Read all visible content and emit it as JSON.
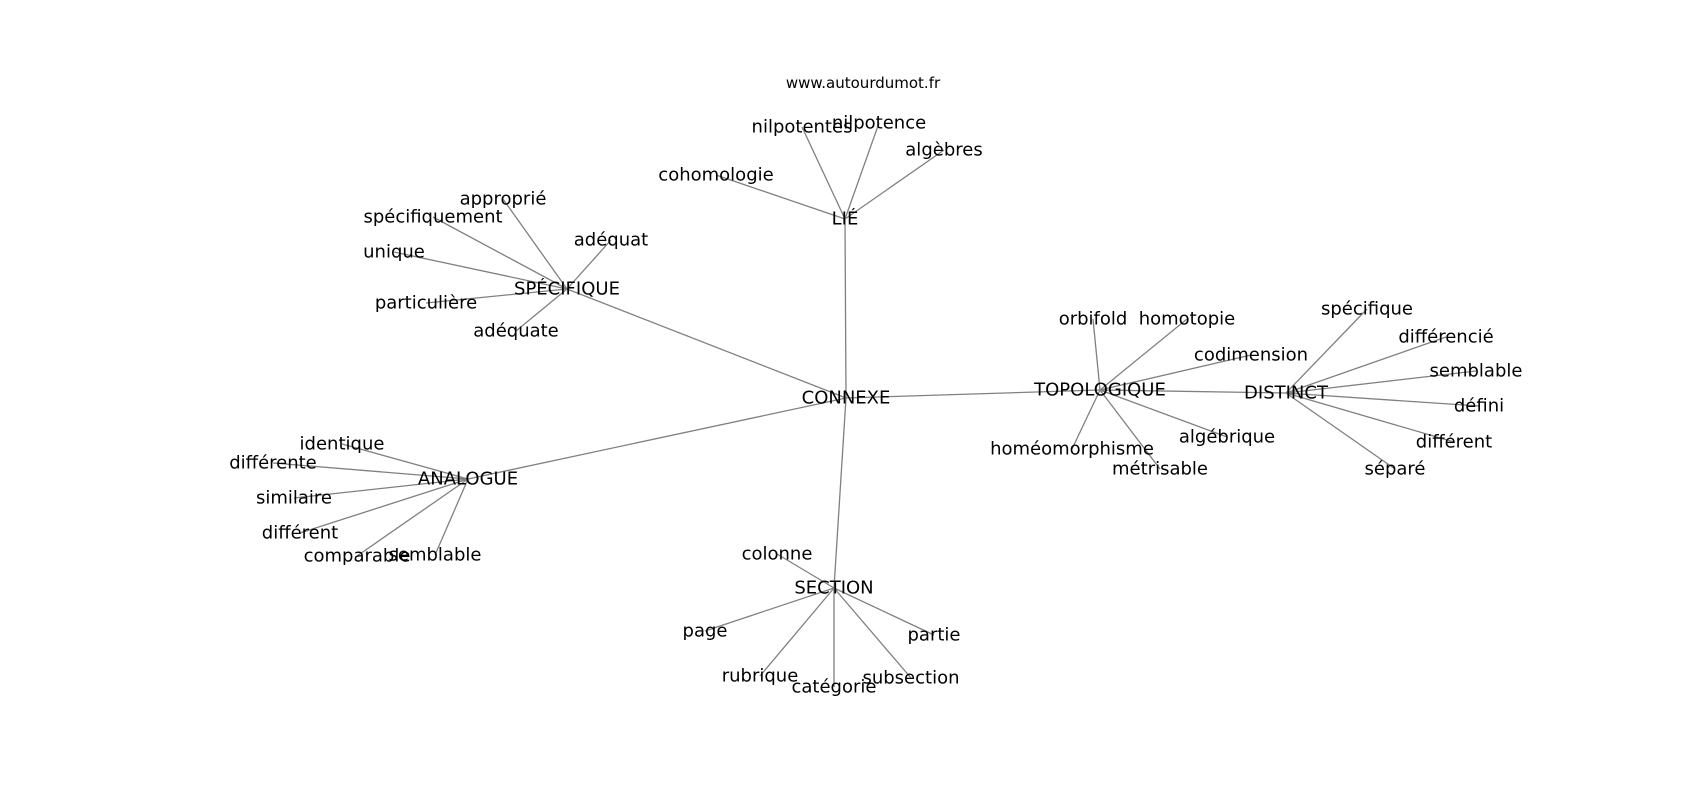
{
  "watermark": "www.autourdumot.fr",
  "center": "CONNEXE",
  "hubs": [
    {
      "label": "LIÉ",
      "children": [
        "nilpotentes",
        "nilpotence",
        "algèbres",
        "cohomologie"
      ]
    },
    {
      "label": "SPÉCIFIQUE",
      "children": [
        "approprié",
        "spécifiquement",
        "adéquat",
        "unique",
        "particulière",
        "adéquate"
      ]
    },
    {
      "label": "TOPOLOGIQUE",
      "children": [
        "orbifold",
        "homotopie",
        "codimension",
        "homéomorphisme",
        "algébrique",
        "métrisable"
      ],
      "subhub": {
        "label": "DISTINCT",
        "children": [
          "spécifique",
          "différencié",
          "semblable",
          "défini",
          "différent",
          "séparé"
        ]
      }
    },
    {
      "label": "ANALOGUE",
      "children": [
        "identique",
        "différente",
        "similaire",
        "différent",
        "comparable",
        "semblable"
      ]
    },
    {
      "label": "SECTION",
      "children": [
        "colonne",
        "page",
        "partie",
        "rubrique",
        "catégorie",
        "subsection"
      ]
    }
  ]
}
